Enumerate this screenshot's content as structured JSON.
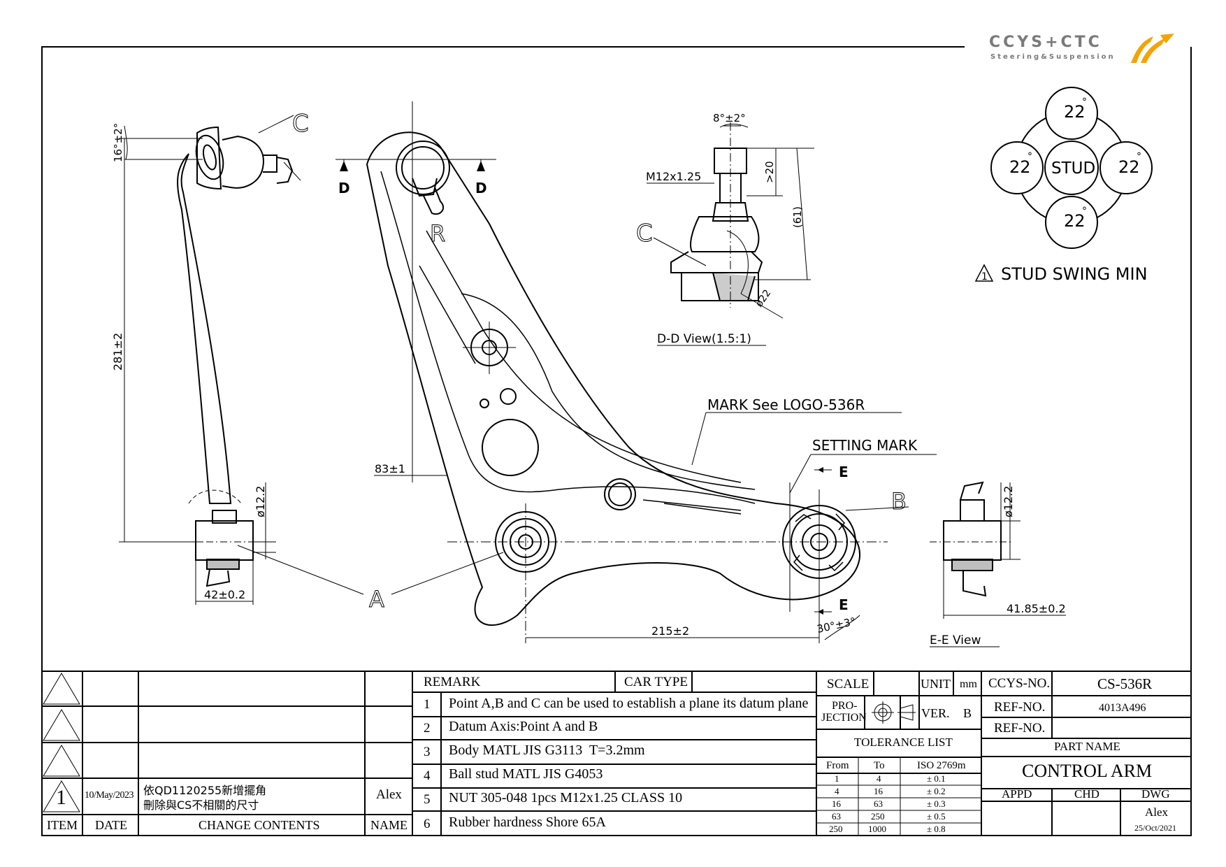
{
  "logo": {
    "name": "CCYS+CTC",
    "tagline": "Steering&Suspension"
  },
  "drawing": {
    "labels": {
      "c_top": "C",
      "c_dd": "C",
      "r": "R",
      "b": "B",
      "a": "A",
      "d_left": "D",
      "d_right": "D",
      "e_top": "E",
      "e_bottom": "E"
    },
    "dims": {
      "angle_16": "16°±2°",
      "len_281": "281±2",
      "dia_12_2_left": "ø12.2",
      "w_42": "42±0.2",
      "off_83": "83±1",
      "len_215": "215±2",
      "ang_30": "30°±3°",
      "ang_8": "8°±2°",
      "thread": "M12x1.25",
      "gt20": ">20",
      "len_61": "(61)",
      "dia_22": "ø22",
      "dia_12_2_right": "ø12.2",
      "w_41_85": "41.85±0.2"
    },
    "notes": {
      "mark_logo": "MARK See LOGO-536R",
      "setting_mark": "SETTING MARK",
      "dd_view": "D-D View(1.5:1)",
      "ee_view": "E-E View"
    },
    "stud_swing": {
      "values": [
        "22",
        "22",
        "22",
        "22"
      ],
      "degree": "°",
      "center": "STUD",
      "title": "STUD SWING MIN",
      "warning_symbol": "1"
    }
  },
  "revision_table": {
    "rows": [
      {
        "item": "",
        "date": "",
        "content": "",
        "name": ""
      },
      {
        "item": "",
        "date": "",
        "content": "",
        "name": ""
      },
      {
        "item": "",
        "date": "",
        "content": "",
        "name": ""
      },
      {
        "item": "1",
        "date": "10/May/2023",
        "content_line1": "依QD1120255新增擺角",
        "content_line2": "刪除與CS不相關的尺寸",
        "name": "Alex"
      }
    ],
    "headers": {
      "item": "ITEM",
      "date": "DATE",
      "content": "CHANGE CONTENTS",
      "name": "NAME"
    }
  },
  "remarks": {
    "header": "REMARK",
    "car_type_label": "CAR TYPE",
    "car_type_value": "",
    "items": [
      {
        "no": "1",
        "text": "Point A,B and C can be used to establish a plane its datum plane"
      },
      {
        "no": "2",
        "text": "Datum Axis:Point A and B"
      },
      {
        "no": "3",
        "text": "Body MATL JIS G3113  T=3.2mm"
      },
      {
        "no": "4",
        "text": "Ball stud MATL JIS G4053"
      },
      {
        "no": "5",
        "text": "NUT 305-048 1pcs M12x1.25 CLASS 10"
      },
      {
        "no": "6",
        "text": "Rubber hardness Shore 65A"
      }
    ]
  },
  "scale_block": {
    "scale_label": "SCALE",
    "scale_value": "",
    "unit_label": "UNIT",
    "unit_value": "mm",
    "projection_label_1": "PRO-",
    "projection_label_2": "JECTION",
    "ver_label": "VER.",
    "ver_value": "B"
  },
  "tolerance": {
    "title": "TOLERANCE LIST",
    "headers": [
      "From",
      "To",
      "ISO 2769m"
    ],
    "rows": [
      [
        "1",
        "4",
        "± 0.1"
      ],
      [
        "4",
        "16",
        "± 0.2"
      ],
      [
        "16",
        "63",
        "± 0.3"
      ],
      [
        "63",
        "250",
        "± 0.5"
      ],
      [
        "250",
        "1000",
        "± 0.8"
      ]
    ]
  },
  "title_block": {
    "ccys_no_label": "CCYS-NO.",
    "ccys_no_value": "CS-536R",
    "ref1_label": "REF-NO.",
    "ref1_value": "4013A496",
    "ref2_label": "REF-NO.",
    "ref2_value": "",
    "part_name_label": "PART NAME",
    "part_name_value": "CONTROL ARM",
    "appd_label": "APPD",
    "chd_label": "CHD",
    "dwg_label": "DWG",
    "dwg_name": "Alex",
    "dwg_date": "25/Oct/2021"
  },
  "colors": {
    "ink": "#000000",
    "logo_gray": "#7a7a7a",
    "logo_orange": "#f4a300"
  }
}
